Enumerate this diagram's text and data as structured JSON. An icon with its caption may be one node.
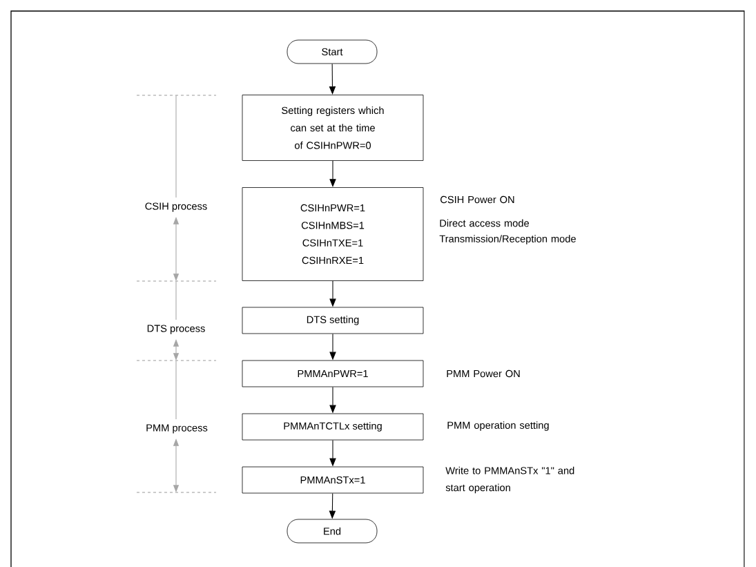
{
  "diagram": {
    "nodes": [
      {
        "text": [
          "Start"
        ]
      },
      {
        "text": [
          "Setting registers which can set at the time of CSIHnPWR=0"
        ]
      },
      {
        "text": [
          "CSIHnPWR=1",
          "CSIHnMBS=1",
          "CSIHnTXE=1",
          "CSIHnRXE=1"
        ],
        "beside": [
          "CSIH Power ON",
          "Direct access mode",
          "Transmission/Reception mode"
        ]
      },
      {
        "text": [
          "DTS setting"
        ]
      },
      {
        "text": [
          "PMMAnPWR=1"
        ],
        "beside": [
          "PMM Power ON"
        ]
      },
      {
        "text": [
          "PMMAnTCTLx setting"
        ],
        "beside": [
          "PMM operation setting"
        ]
      },
      {
        "text": [
          "PMMAnSTx=1"
        ],
        "beside": [
          "Write to PMMAnSTx \"1\" and start operation"
        ]
      },
      {
        "text": [
          "End"
        ]
      }
    ],
    "edges": [
      {
        "from": 0,
        "to": 1,
        "arrow": "to"
      },
      {
        "from": 1,
        "to": 2,
        "arrow": "to"
      },
      {
        "from": 2,
        "to": 3,
        "arrow": "to"
      },
      {
        "from": 3,
        "to": 4,
        "arrow": "to"
      },
      {
        "from": 4,
        "to": 5,
        "arrow": "to"
      },
      {
        "from": 5,
        "to": 6,
        "arrow": "to"
      },
      {
        "from": 6,
        "to": 7,
        "arrow": "to"
      }
    ],
    "labels": [
      "CSIH process",
      "DTS process",
      "PMM process"
    ]
  }
}
